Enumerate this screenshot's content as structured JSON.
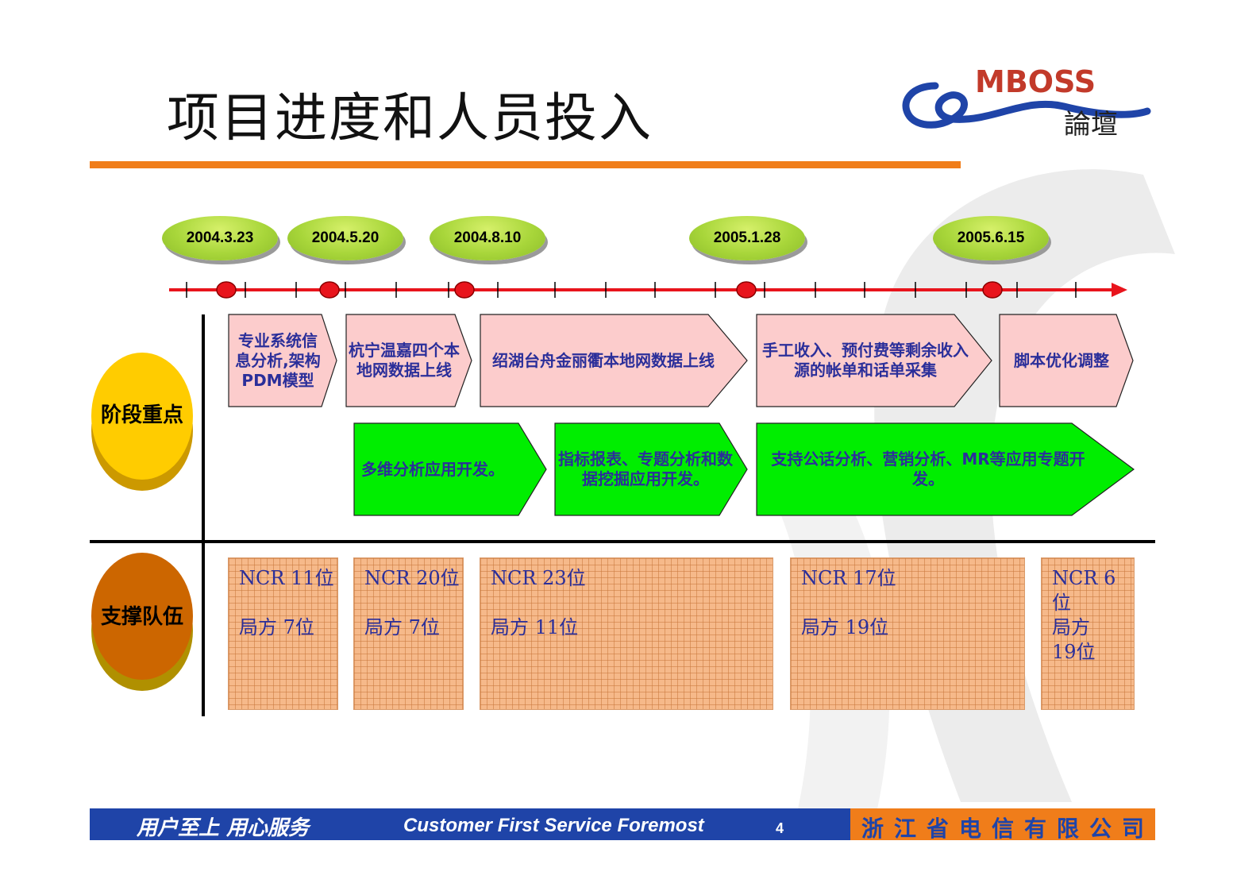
{
  "slide": {
    "title": "项目进度和人员投入",
    "page_number": "4"
  },
  "logo": {
    "brand_text": "MBOSS",
    "sub_text": "論壇"
  },
  "timeline": {
    "dates": [
      "2004.3.23",
      "2004.5.20",
      "2004.8.10",
      "2005.1.28",
      "2005.6.15"
    ]
  },
  "sections": {
    "focus_label": "阶段重点",
    "team_label": "支撑队伍"
  },
  "stages": [
    "专业系统信息分析,架构PDM模型",
    "杭宁温嘉四个本地网数据上线",
    "绍湖台舟金丽衢本地网数据上线",
    "手工收入、预付费等剩余收入源的帐单和话单采集",
    "脚本优化调整"
  ],
  "apps": [
    "多维分析应用开发。",
    "指标报表、专题分析和数据挖掘应用开发。",
    "支持公话分析、营销分析、MR等应用专题开发。"
  ],
  "teams": [
    {
      "ncr": "NCR  11位",
      "local": "局方  7位"
    },
    {
      "ncr": "NCR  20位",
      "local": "局方  7位"
    },
    {
      "ncr": "NCR  23位",
      "local": "局方  11位"
    },
    {
      "ncr": "NCR  17位",
      "local": "局方  19位"
    },
    {
      "ncr": "NCR  6\n位",
      "local": "局方\n19位"
    }
  ],
  "footer": {
    "slogan": "用户至上    用心服务",
    "slogan_en": "Customer First Service Foremost",
    "company": "浙江省电信有限公司"
  },
  "colors": {
    "accent_orange": "#f07d1a",
    "footer_blue": "#1f44a8",
    "stage_pink": "#fccccc",
    "app_green": "#00ee00",
    "text_blue": "#2b2f9a",
    "circle_yellow": "#ffcc00",
    "circle_orange": "#cc6600"
  }
}
